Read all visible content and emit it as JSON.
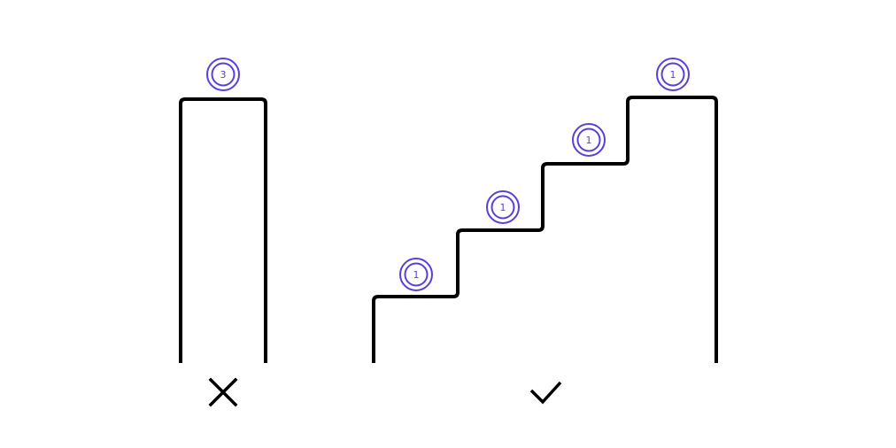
{
  "colors": {
    "stroke": "#000000",
    "coin": "#5b3fd6"
  },
  "left": {
    "coin_label": "3",
    "mark": "cross-icon"
  },
  "right": {
    "coin_labels": [
      "1",
      "1",
      "1",
      "1"
    ],
    "mark": "check-icon"
  }
}
